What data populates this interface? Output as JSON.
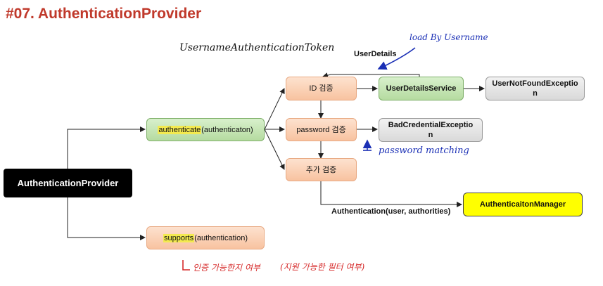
{
  "title": "#07. AuthenticationProvider",
  "nodes": {
    "provider": "AuthenticationProvider",
    "authenticate_fn": "authenticate",
    "authenticate_arg": "(authenticaton)",
    "supports_fn": "supports",
    "supports_arg": "(authentication)",
    "id_check": "ID 검증",
    "password_check": "password 검증",
    "extra_check": "추가 검증",
    "user_details_service": "UserDetailsService",
    "user_not_found_line1": "UserNotFoundExceptio",
    "user_not_found_line2": "n",
    "bad_credential_line1": "BadCredentialExceptio",
    "bad_credential_line2": "n",
    "authentication_manager": "AuthenticaitonManager"
  },
  "labels": {
    "user_details": "UserDetails",
    "authentication_result": "Authentication(user, authorities)"
  },
  "handwriting": {
    "token": "UsernameAuthenticationToken",
    "load_by_username": "load By Username",
    "password_matching": "password matching",
    "supports_note": "인증 가능한지 여부",
    "supports_note2": "(지원 가능한 필터 여부)"
  }
}
